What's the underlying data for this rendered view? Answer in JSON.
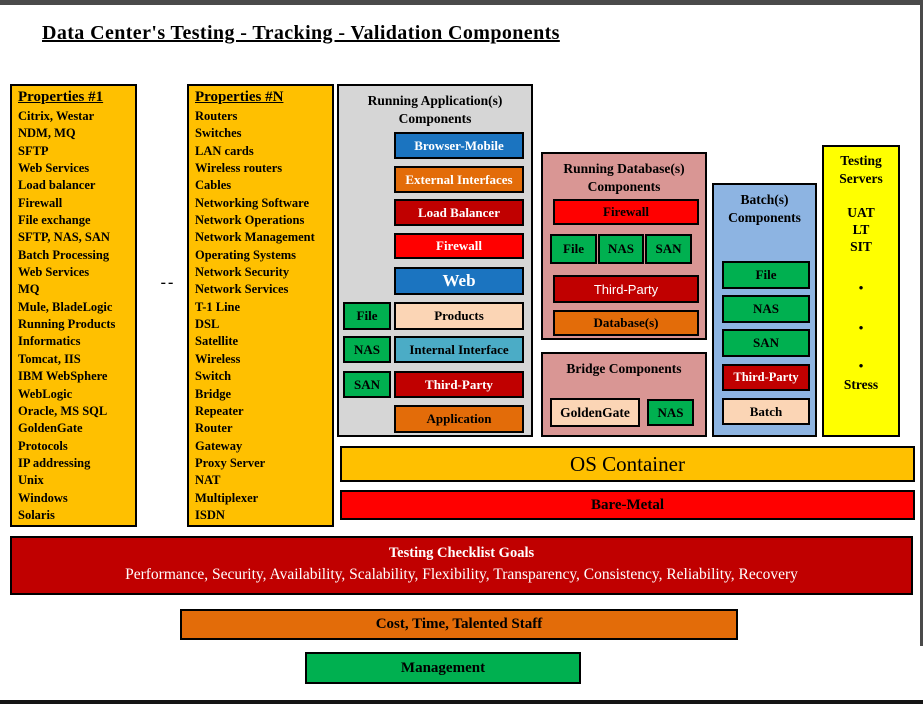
{
  "page": {
    "title": "Data Center's Testing - Tracking - Validation Components",
    "separator": "--"
  },
  "properties1": {
    "title": "Properties #1",
    "items": [
      "Citrix, Westar",
      "NDM, MQ",
      "SFTP",
      "Web Services",
      "Load balancer",
      "Firewall",
      "File exchange",
      "SFTP, NAS,  SAN",
      "Batch Processing",
      "Web Services",
      "MQ",
      "Mule, BladeLogic",
      "Running Products",
      "Informatics",
      "Tomcat, IIS",
      "IBM WebSphere",
      "WebLogic",
      "Oracle, MS SQL",
      "GoldenGate",
      "Protocols",
      "IP addressing",
      "Unix",
      "Windows",
      "Solaris"
    ]
  },
  "propertiesN": {
    "title": "Properties #N",
    "items": [
      "Routers",
      "Switches",
      "LAN cards",
      "Wireless routers",
      "Cables",
      "Networking Software",
      "Network Operations",
      "Network Management",
      "Operating Systems",
      "Network Security",
      "Network Services",
      "T-1 Line",
      "DSL",
      "Satellite",
      "Wireless",
      "Switch",
      "Bridge",
      "Repeater",
      "Router",
      "Gateway",
      "Proxy Server",
      "NAT",
      "Multiplexer",
      "ISDN"
    ]
  },
  "running_apps": {
    "title": "Running Application(s) Components",
    "browser_mobile": "Browser-Mobile",
    "external_interfaces": "External Interfaces",
    "load_balancer": "Load Balancer",
    "firewall": "Firewall",
    "web": "Web",
    "products": "Products",
    "internal_interface": "Internal Interface",
    "third_party": "Third-Party",
    "application": "Application",
    "storage": [
      "File",
      "NAS",
      "SAN"
    ]
  },
  "running_db": {
    "title": "Running Database(s) Components",
    "firewall": "Firewall",
    "storage": [
      "File",
      "NAS",
      "SAN"
    ],
    "third_party": "Third-Party",
    "databases": "Database(s)"
  },
  "bridge": {
    "title": "Bridge Components",
    "goldengate": "GoldenGate",
    "nas": "NAS"
  },
  "batch": {
    "title": "Batch(s) Components",
    "file": "File",
    "nas": "NAS",
    "san": "SAN",
    "third_party": "Third-Party",
    "batch": "Batch"
  },
  "testing_servers": {
    "title": "Testing Servers",
    "envs": [
      "UAT",
      "LT",
      "SIT"
    ],
    "bullets": [
      "•",
      "•",
      "•"
    ],
    "stress": "Stress"
  },
  "platform": {
    "os_container": "OS Container",
    "bare_metal": "Bare-Metal"
  },
  "checklist": {
    "title": "Testing Checklist Goals",
    "goals": "Performance, Security, Availability, Scalability, Flexibility, Transparency, Consistency, Reliability, Recovery"
  },
  "cost_bar": {
    "label": "Cost, Time, Talented Staff"
  },
  "management_bar": {
    "label": "Management"
  },
  "colors": {
    "amber": "#FFC000",
    "gray_panel": "#D6D6D6",
    "blue": "#1B74C0",
    "orange": "#E36C09",
    "dark_red": "#C00000",
    "red": "#FF0000",
    "green": "#00B050",
    "peach": "#FBD5B5",
    "teal": "#4BACC6",
    "rose": "#D99694",
    "light_blue": "#8DB4E2",
    "yellow": "#FFFF00"
  }
}
